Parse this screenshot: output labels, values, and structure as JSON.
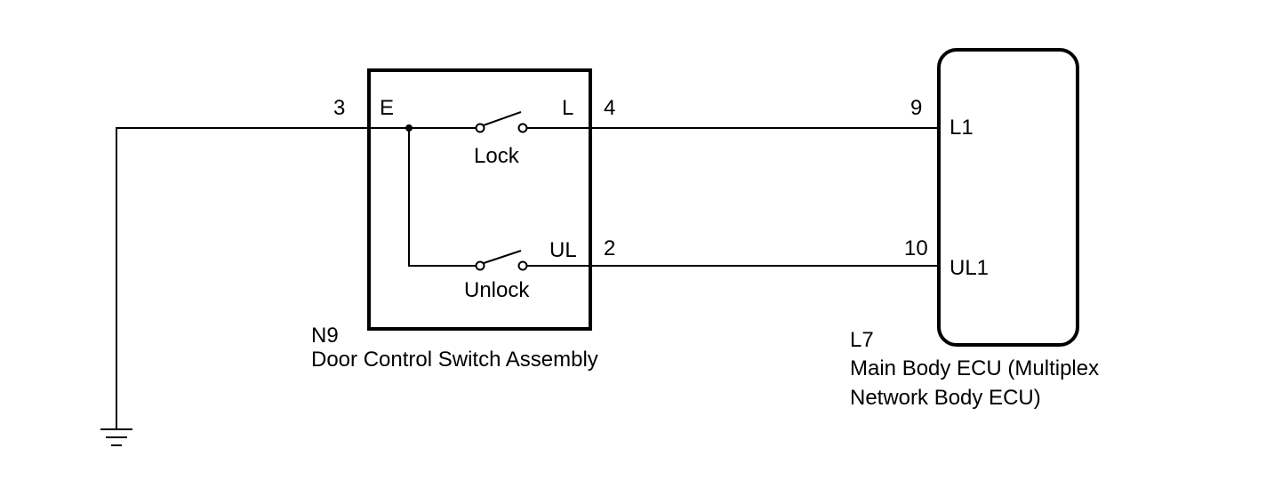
{
  "switch_assembly": {
    "code": "N9",
    "name": "Door Control Switch Assembly",
    "terminal_e": "E",
    "terminal_l": "L",
    "terminal_ul": "UL",
    "pin_e": "3",
    "pin_l": "4",
    "pin_ul": "2",
    "lock_label": "Lock",
    "unlock_label": "Unlock"
  },
  "ecu": {
    "code": "L7",
    "name_line1": "Main Body ECU (Multiplex",
    "name_line2": "Network Body ECU)",
    "pin_l1": "9",
    "pin_ul1": "10",
    "terminal_l1": "L1",
    "terminal_ul1": "UL1"
  }
}
